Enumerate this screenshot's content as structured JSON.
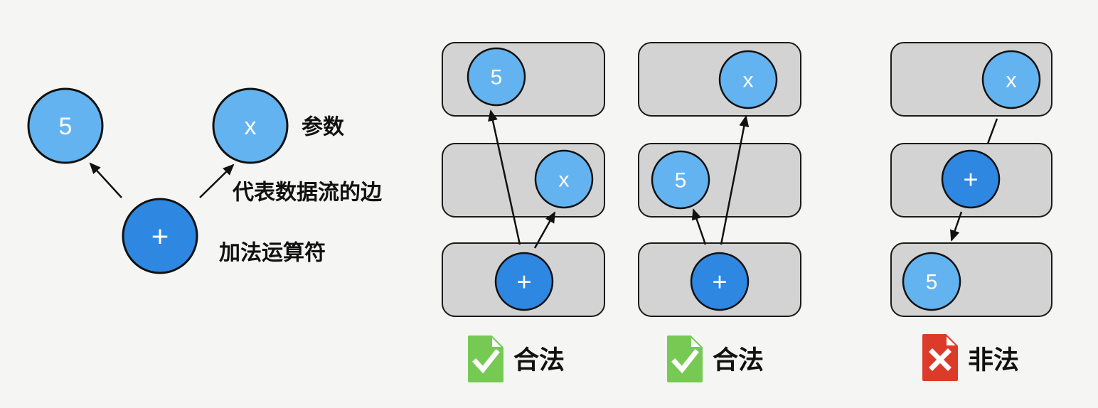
{
  "colors": {
    "background": "#f5f5f3",
    "box_fill": "#d3d3d3",
    "node_value_fill": "#63b3f0",
    "node_operator_fill": "#2e87e0",
    "legal_green": "#76ca54",
    "illegal_red": "#dd3b2a"
  },
  "legend": {
    "nodes": [
      {
        "id": "constant-5",
        "label": "5"
      },
      {
        "id": "parameter-x",
        "label": "x"
      },
      {
        "id": "operator-plus",
        "label": "+"
      }
    ],
    "annotations": {
      "parameter": "参数",
      "dataflow_edge": "代表数据流的边",
      "add_operator": "加法运算符"
    }
  },
  "examples": [
    {
      "status": "legal",
      "verdict": "合法",
      "nodes": [
        {
          "label": "5"
        },
        {
          "label": "x"
        },
        {
          "label": "+"
        }
      ]
    },
    {
      "status": "legal",
      "verdict": "合法",
      "nodes": [
        {
          "label": "x"
        },
        {
          "label": "5"
        },
        {
          "label": "+"
        }
      ]
    },
    {
      "status": "illegal",
      "verdict": "非法",
      "nodes": [
        {
          "label": "x"
        },
        {
          "label": "+"
        },
        {
          "label": "5"
        }
      ]
    }
  ]
}
